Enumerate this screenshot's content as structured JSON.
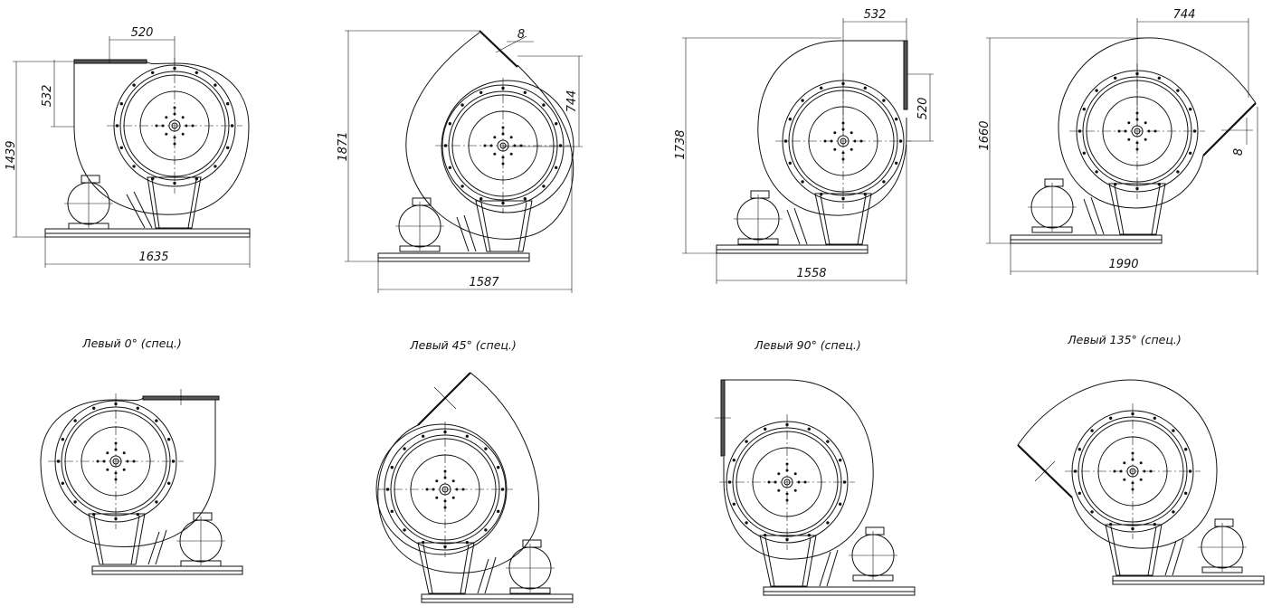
{
  "captions": [
    "Левый 0° (спец.)",
    "Левый 45° (спец.)",
    "Левый 90° (спец.)",
    "Левый 135° (спец.)"
  ],
  "dimensions": {
    "view0": {
      "width": "1635",
      "height": "1439",
      "outlet_width": "520",
      "outlet_height": "532"
    },
    "view45": {
      "width": "1587",
      "height": "1871",
      "outlet_width": "744",
      "flange_thickness": "8"
    },
    "view90": {
      "width": "1558",
      "height": "1738",
      "outlet_width": "532",
      "outlet_height": "520"
    },
    "view135": {
      "width": "1990",
      "height": "1660",
      "outlet_width": "744",
      "flange_thickness": "8"
    }
  },
  "colors": {
    "line": "#111111",
    "background": "#ffffff"
  }
}
